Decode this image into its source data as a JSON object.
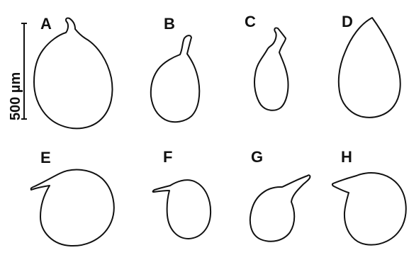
{
  "scale_bar": {
    "label": "500 µm"
  },
  "panels": [
    {
      "label": "A"
    },
    {
      "label": "B"
    },
    {
      "label": "C"
    },
    {
      "label": "D"
    },
    {
      "label": "E"
    },
    {
      "label": "F"
    },
    {
      "label": "G"
    },
    {
      "label": "H"
    }
  ]
}
